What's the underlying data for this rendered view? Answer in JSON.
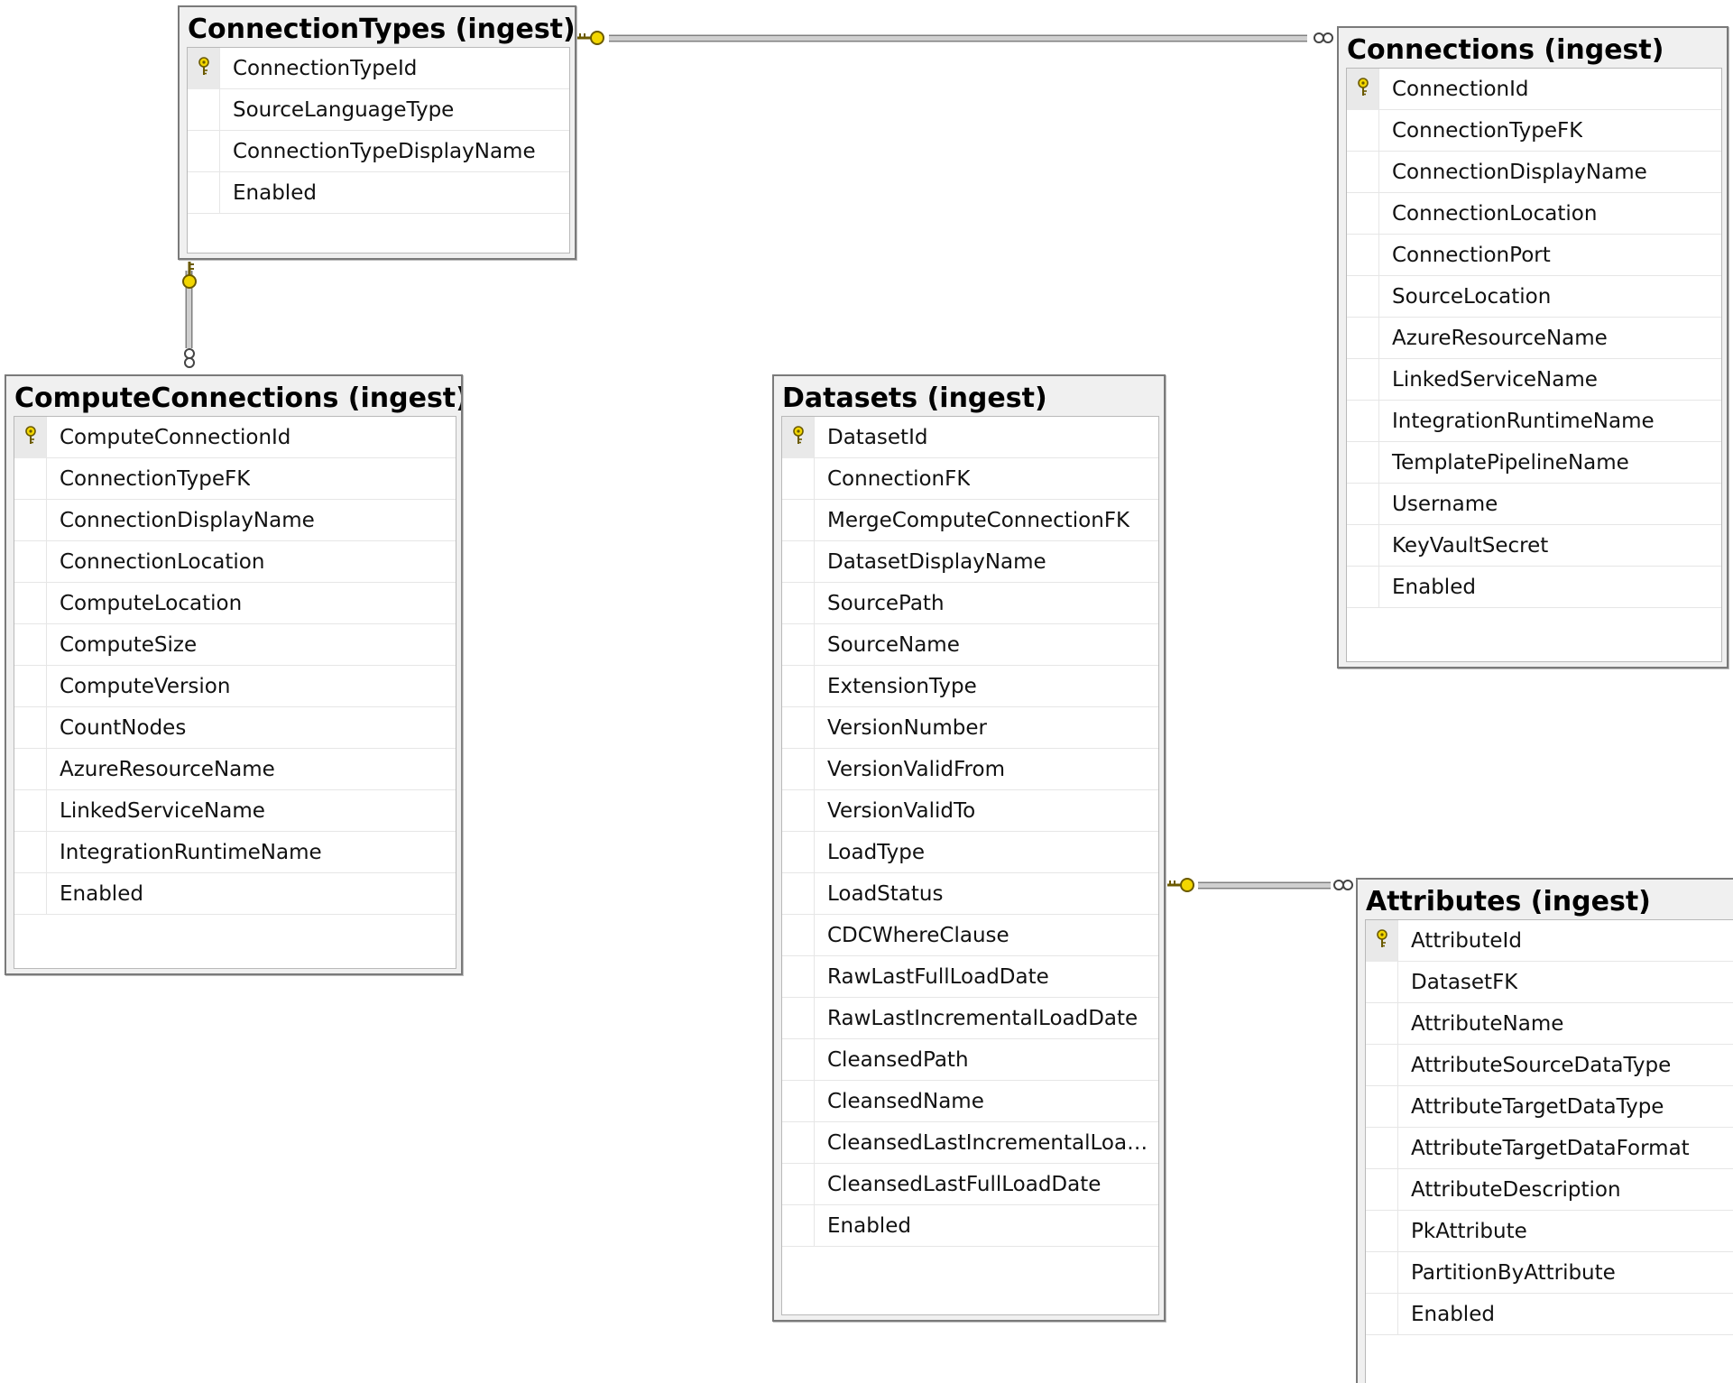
{
  "tables": [
    {
      "title": "ConnectionTypes (ingest)",
      "columns": [
        {
          "name": "ConnectionTypeId",
          "pk": true
        },
        {
          "name": "SourceLanguageType",
          "pk": false
        },
        {
          "name": "ConnectionTypeDisplayName",
          "pk": false
        },
        {
          "name": "Enabled",
          "pk": false
        }
      ]
    },
    {
      "title": "Connections (ingest)",
      "columns": [
        {
          "name": "ConnectionId",
          "pk": true
        },
        {
          "name": "ConnectionTypeFK",
          "pk": false
        },
        {
          "name": "ConnectionDisplayName",
          "pk": false
        },
        {
          "name": "ConnectionLocation",
          "pk": false
        },
        {
          "name": "ConnectionPort",
          "pk": false
        },
        {
          "name": "SourceLocation",
          "pk": false
        },
        {
          "name": "AzureResourceName",
          "pk": false
        },
        {
          "name": "LinkedServiceName",
          "pk": false
        },
        {
          "name": "IntegrationRuntimeName",
          "pk": false
        },
        {
          "name": "TemplatePipelineName",
          "pk": false
        },
        {
          "name": "Username",
          "pk": false
        },
        {
          "name": "KeyVaultSecret",
          "pk": false
        },
        {
          "name": "Enabled",
          "pk": false
        }
      ]
    },
    {
      "title": "ComputeConnections (ingest)",
      "columns": [
        {
          "name": "ComputeConnectionId",
          "pk": true
        },
        {
          "name": "ConnectionTypeFK",
          "pk": false
        },
        {
          "name": "ConnectionDisplayName",
          "pk": false
        },
        {
          "name": "ConnectionLocation",
          "pk": false
        },
        {
          "name": "ComputeLocation",
          "pk": false
        },
        {
          "name": "ComputeSize",
          "pk": false
        },
        {
          "name": "ComputeVersion",
          "pk": false
        },
        {
          "name": "CountNodes",
          "pk": false
        },
        {
          "name": "AzureResourceName",
          "pk": false
        },
        {
          "name": "LinkedServiceName",
          "pk": false
        },
        {
          "name": "IntegrationRuntimeName",
          "pk": false
        },
        {
          "name": "Enabled",
          "pk": false
        }
      ]
    },
    {
      "title": "Datasets (ingest)",
      "columns": [
        {
          "name": "DatasetId",
          "pk": true
        },
        {
          "name": "ConnectionFK",
          "pk": false
        },
        {
          "name": "MergeComputeConnectionFK",
          "pk": false
        },
        {
          "name": "DatasetDisplayName",
          "pk": false
        },
        {
          "name": "SourcePath",
          "pk": false
        },
        {
          "name": "SourceName",
          "pk": false
        },
        {
          "name": "ExtensionType",
          "pk": false
        },
        {
          "name": "VersionNumber",
          "pk": false
        },
        {
          "name": "VersionValidFrom",
          "pk": false
        },
        {
          "name": "VersionValidTo",
          "pk": false
        },
        {
          "name": "LoadType",
          "pk": false
        },
        {
          "name": "LoadStatus",
          "pk": false
        },
        {
          "name": "CDCWhereClause",
          "pk": false
        },
        {
          "name": "RawLastFullLoadDate",
          "pk": false
        },
        {
          "name": "RawLastIncrementalLoadDate",
          "pk": false
        },
        {
          "name": "CleansedPath",
          "pk": false
        },
        {
          "name": "CleansedName",
          "pk": false
        },
        {
          "name": "CleansedLastIncrementalLoad...",
          "pk": false
        },
        {
          "name": "CleansedLastFullLoadDate",
          "pk": false
        },
        {
          "name": "Enabled",
          "pk": false
        }
      ]
    },
    {
      "title": "Attributes (ingest)",
      "columns": [
        {
          "name": "AttributeId",
          "pk": true
        },
        {
          "name": "DatasetFK",
          "pk": false
        },
        {
          "name": "AttributeName",
          "pk": false
        },
        {
          "name": "AttributeSourceDataType",
          "pk": false
        },
        {
          "name": "AttributeTargetDataType",
          "pk": false
        },
        {
          "name": "AttributeTargetDataFormat",
          "pk": false
        },
        {
          "name": "AttributeDescription",
          "pk": false
        },
        {
          "name": "PkAttribute",
          "pk": false
        },
        {
          "name": "PartitionByAttribute",
          "pk": false
        },
        {
          "name": "Enabled",
          "pk": false
        }
      ]
    }
  ],
  "relationships": [
    {
      "from": "ConnectionTypes (ingest)",
      "to": "Connections (ingest)",
      "from_end": "one (key)",
      "to_end": "many (infinity)"
    },
    {
      "from": "ConnectionTypes (ingest)",
      "to": "ComputeConnections (ingest)",
      "from_end": "one (key)",
      "to_end": "many (infinity)"
    },
    {
      "from": "Datasets (ingest)",
      "to": "Attributes (ingest)",
      "from_end": "one (key)",
      "to_end": "many (infinity)"
    }
  ],
  "colors": {
    "key_icon": "#f2d600",
    "connector_line": "#808080",
    "table_frame": "#f0f0f0"
  },
  "icons": {
    "primary_key": "key-icon",
    "one_end": "key-icon",
    "many_end": "infinity-icon"
  }
}
